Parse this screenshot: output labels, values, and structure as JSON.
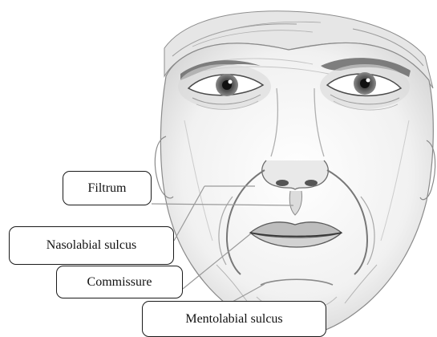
{
  "labels": {
    "filtrum": "Filtrum",
    "nasolabial_sulcus": "Nasolabial sulcus",
    "commissure": "Commissure",
    "mentolabial_sulcus": "Mentolabial sulcus"
  },
  "colors": {
    "sketch": "#6e6e6e",
    "shade": "#b5b5b5",
    "leader_line": "#9a9a9a",
    "box_border": "#1a1a1a",
    "background": "#ffffff"
  }
}
